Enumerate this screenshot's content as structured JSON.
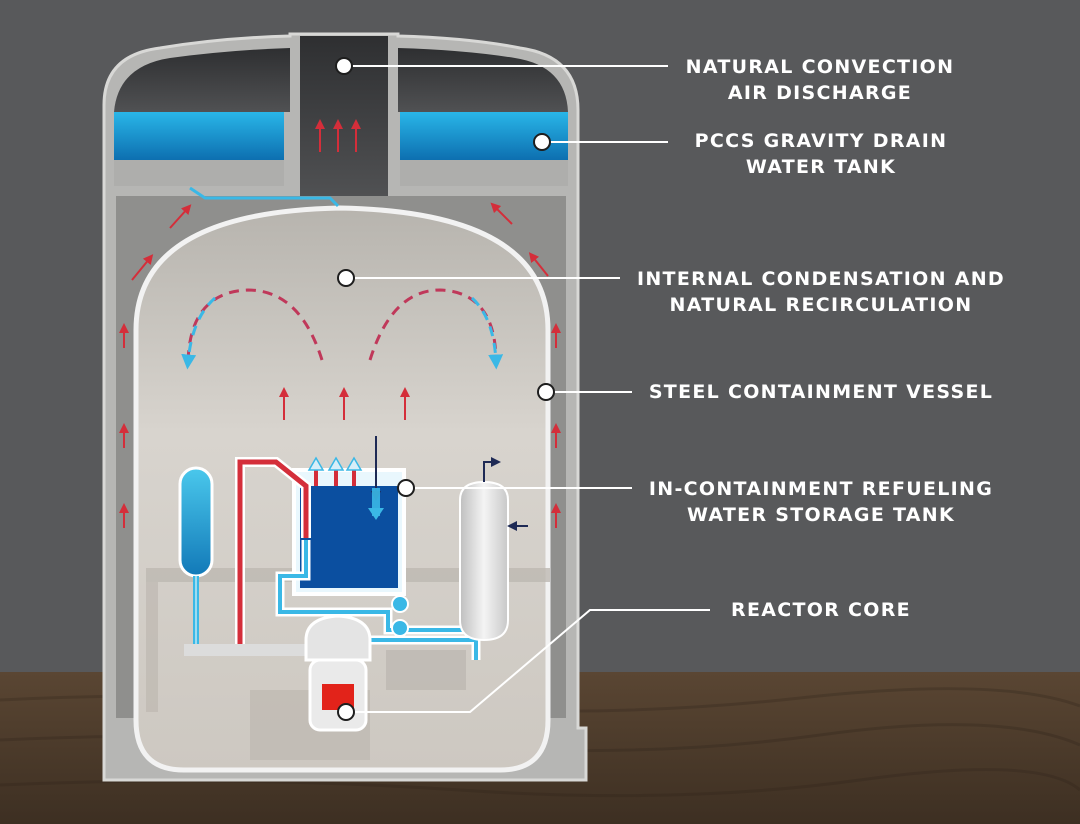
{
  "colors": {
    "background": "#58595b",
    "ground": "#4a3a2c",
    "concrete": "#b8b8b6",
    "containment_inner": "#cfcbc5",
    "water_tank": "#1b9fd6",
    "refueling_water": "#0b4fa0",
    "hot_flow": "#d42e3a",
    "cold_flow": "#3ab8e6",
    "steel": "#f0f0f0"
  },
  "labels": {
    "air_discharge": {
      "line1": "NATURAL CONVECTION",
      "line2": "AIR DISCHARGE"
    },
    "pccs_tank": {
      "line1": "PCCS GRAVITY DRAIN",
      "line2": "WATER TANK"
    },
    "condensation": {
      "line1": "INTERNAL CONDENSATION AND",
      "line2": "NATURAL RECIRCULATION"
    },
    "steel_vessel": {
      "line1": "STEEL CONTAINMENT VESSEL"
    },
    "refueling_tank": {
      "line1": "IN-CONTAINMENT REFUELING",
      "line2": "WATER STORAGE TANK"
    },
    "reactor_core": {
      "line1": "REACTOR CORE"
    }
  }
}
